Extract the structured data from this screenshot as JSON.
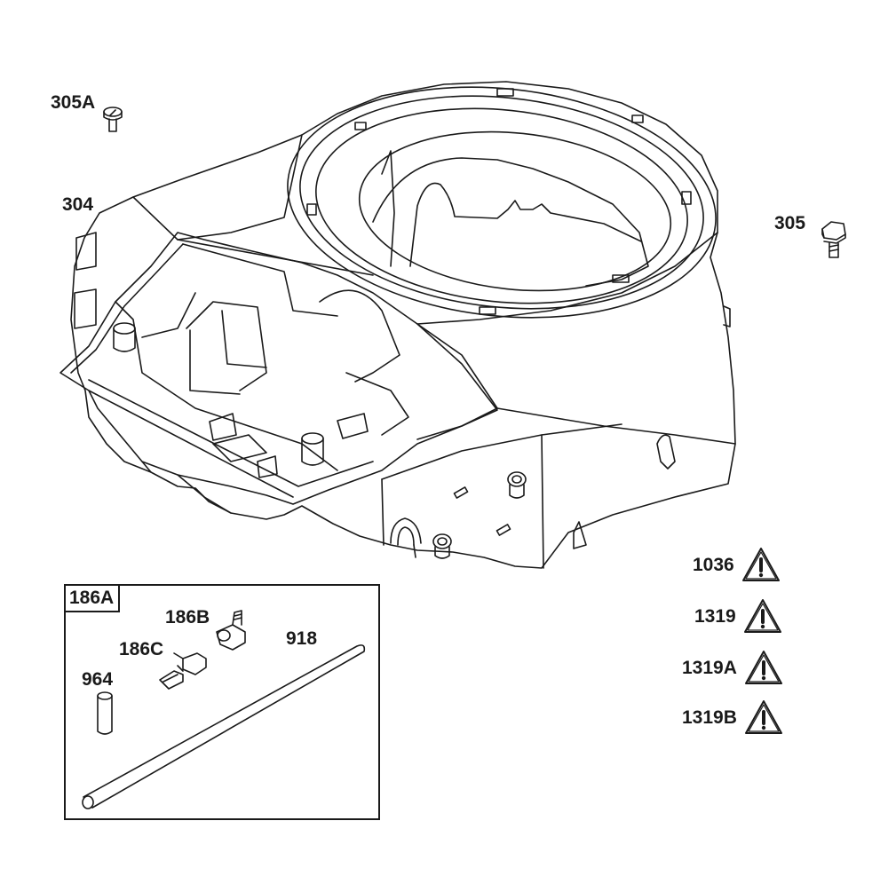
{
  "callouts": {
    "c305a": "305A",
    "c304": "304",
    "c305": "305",
    "c186b": "186B",
    "c186c": "186C",
    "c918": "918",
    "c964": "964"
  },
  "kit": {
    "label": "186A"
  },
  "warnings": [
    {
      "label": "1036",
      "icon": "warning-triangle-icon"
    },
    {
      "label": "1319",
      "icon": "warning-triangle-icon"
    },
    {
      "label": "1319A",
      "icon": "warning-triangle-icon"
    },
    {
      "label": "1319B",
      "icon": "warning-triangle-icon"
    }
  ],
  "colors": {
    "line": "#1a1a1a",
    "background": "#ffffff"
  }
}
